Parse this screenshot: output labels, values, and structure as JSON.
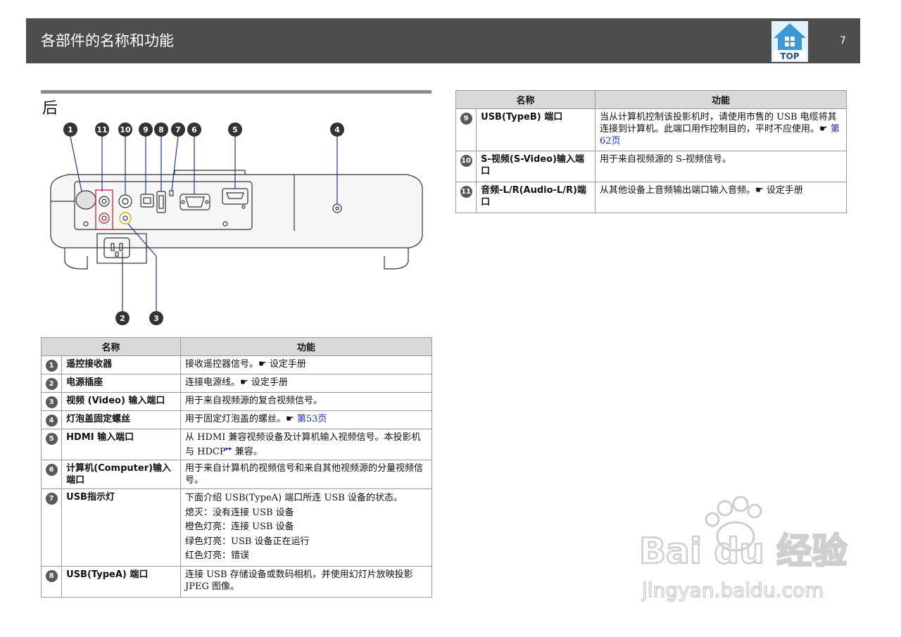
{
  "header": {
    "title": "各部件的名称和功能",
    "page_number": "7",
    "top_label": "TOP"
  },
  "section": {
    "title": "后"
  },
  "diagram": {
    "callouts": [
      "1",
      "11",
      "10",
      "9",
      "8",
      "7",
      "6",
      "5",
      "4",
      "2",
      "3"
    ]
  },
  "table_headers": {
    "name": "名称",
    "function": "功能"
  },
  "left_rows": [
    {
      "num": "1",
      "name": "遥控接收器",
      "func": "接收遥控器信号。",
      "hand": "☛",
      "ref": "设定手册"
    },
    {
      "num": "2",
      "name": "电源插座",
      "func": "连接电源线。",
      "hand": "☛",
      "ref": "设定手册"
    },
    {
      "num": "3",
      "name": "视频 (Video) 输入端口",
      "func": "用于来自视频源的复合视频信号。"
    },
    {
      "num": "4",
      "name": "灯泡盖固定螺丝",
      "func": "用于固定灯泡盖的螺丝。",
      "hand": "☛",
      "link": "第53页"
    },
    {
      "num": "5",
      "name": "HDMI 输入端口",
      "func": "从 HDMI 兼容视频设备及计算机输入视频信号。本投影机与 HDCP",
      "bullet": "▸▸",
      "func_after": " 兼容。"
    },
    {
      "num": "6",
      "name": "计算机(Computer)输入端口",
      "func": "用于来自计算机的视频信号和来自其他视频源的分量视频信号。"
    },
    {
      "num": "7",
      "name": "USB指示灯",
      "lines": [
        "下面介绍 USB(TypeA) 端口所连 USB 设备的状态。",
        "熄灭：没有连接 USB 设备",
        "橙色灯亮：连接 USB 设备",
        "绿色灯亮：USB 设备正在运行",
        "红色灯亮：错误"
      ]
    },
    {
      "num": "8",
      "name": "USB(TypeA) 端口",
      "func": "连接 USB 存储设备或数码相机，并使用幻灯片放映投影 JPEG 图像。"
    }
  ],
  "right_rows": [
    {
      "num": "9",
      "name": "USB(TypeB) 端口",
      "func": "当从计算机控制该投影机时，请使用市售的 USB 电缆将其连接到计算机。此端口用作控制目的，平时不应使用。",
      "hand": "☛",
      "link": "第62页"
    },
    {
      "num": "10",
      "name": "S-视频(S-Video)输入端口",
      "func": "用于来自视频源的 S-视频信号。"
    },
    {
      "num": "11",
      "name": "音频-L/R(Audio-L/R)端口",
      "func": "从其他设备上音频输出端口输入音频。",
      "hand": "☛",
      "ref": "设定手册"
    }
  ],
  "watermark": {
    "logo": "Bai du 经验",
    "url": "jingyan.baidu.com"
  }
}
